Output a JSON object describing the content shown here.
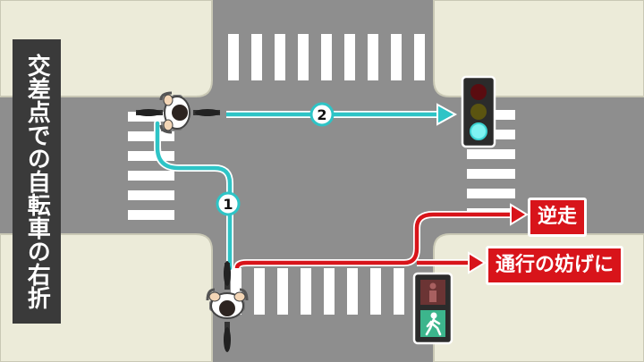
{
  "title": "交差点での自転車の右折",
  "routes": [
    {
      "number": "1",
      "meaning": "two-stage right turn",
      "color": "#2ec4c6"
    },
    {
      "number": "2",
      "meaning": "right turn across intersection",
      "color": "#2ec4c6"
    }
  ],
  "labels": {
    "wrong_way": "逆走",
    "obstruction": "通行の妨げに"
  },
  "colors": {
    "road": "#8e8e8e",
    "sidewalk": "#ecebd9",
    "route": "#2ec4c6",
    "danger": "#d8141a",
    "title_bg": "#3a3a3a"
  },
  "icons": {
    "vehicle_signal": "traffic-light-green-icon",
    "pedestrian_signal": "pedestrian-signal-green-icon",
    "cyclist": "cyclist-topdown-icon"
  }
}
